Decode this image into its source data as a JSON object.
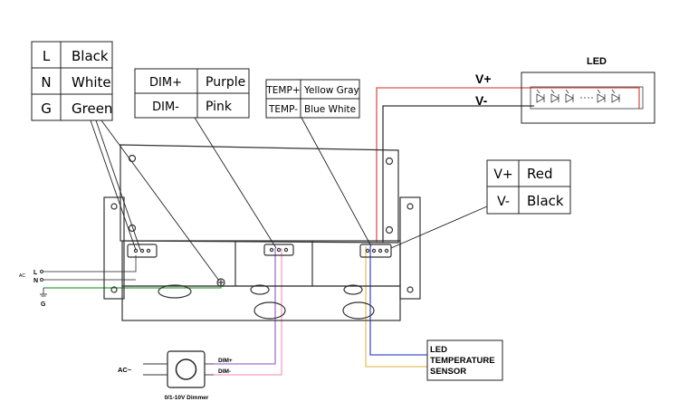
{
  "ac_table": {
    "rows": [
      {
        "terminal": "L",
        "color": "Black"
      },
      {
        "terminal": "N",
        "color": "White"
      },
      {
        "terminal": "G",
        "color": "Green"
      }
    ]
  },
  "dim_table": {
    "rows": [
      {
        "terminal": "DIM+",
        "color": "Purple"
      },
      {
        "terminal": "DIM-",
        "color": "Pink"
      }
    ]
  },
  "temp_table": {
    "rows": [
      {
        "terminal": "TEMP+",
        "color": "Yellow Gray"
      },
      {
        "terminal": "TEMP-",
        "color": "Blue White"
      }
    ]
  },
  "output_table": {
    "rows": [
      {
        "terminal": "V+",
        "color": "Red"
      },
      {
        "terminal": "V-",
        "color": "Black"
      }
    ]
  },
  "led_module": {
    "title": "LED",
    "v_plus": "V+",
    "v_minus": "V-"
  },
  "ac_input": {
    "l": "L",
    "n": "N",
    "g": "G",
    "ac": "AC"
  },
  "dimmer": {
    "ac_label": "AC~",
    "dim_plus": "DIM+",
    "dim_minus": "DIM-",
    "caption": "0/1-10V Dimmer"
  },
  "sensor": {
    "line1": "LED",
    "line2": "TEMPERATURE",
    "line3": "SENSOR"
  },
  "colors": {
    "red_wire": "#e05050",
    "black_wire": "#333333",
    "green_wire": "#3aa23a",
    "purple_wire": "#a070d0",
    "pink_wire": "#f0a0c8",
    "blue_wire": "#4050d0",
    "yellow_wire": "#e8c060"
  }
}
